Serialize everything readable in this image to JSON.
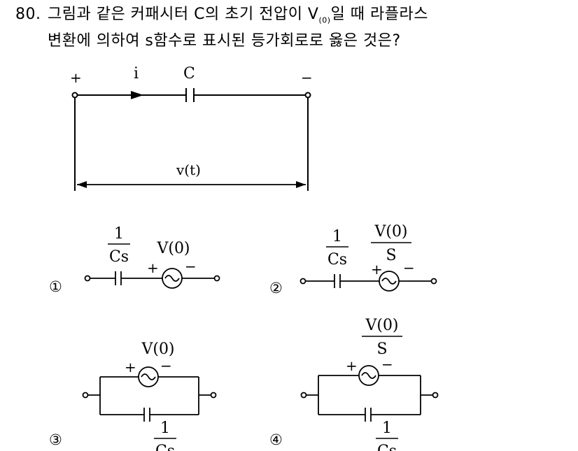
{
  "question": {
    "number": "80.",
    "line1_a": "그림과 같은 커패시터 C의 초기 전압이 V",
    "line1_sub": "(0)",
    "line1_b": "일 때 라플라스",
    "line2": "변환에 의하여 s함수로 표시된 등가회로로 옳은 것은?"
  },
  "main_circuit": {
    "plus": "+",
    "minus": "−",
    "current": "i",
    "cap_label": "C",
    "voltage": "v(t)"
  },
  "options": [
    {
      "marker": "①",
      "imp_num": "1",
      "imp_den": "Cs",
      "src_num": "V(0)",
      "src_den": "",
      "plus": "+",
      "minus": "−"
    },
    {
      "marker": "②",
      "imp_num": "1",
      "imp_den": "Cs",
      "src_num": "V(0)",
      "src_den": "S",
      "plus": "+",
      "minus": "−"
    },
    {
      "marker": "③",
      "imp_num": "1",
      "imp_den": "Cs",
      "src_num": "V(0)",
      "src_den": "",
      "plus": "+",
      "minus": "−"
    },
    {
      "marker": "④",
      "imp_num": "1",
      "imp_den": "Cs",
      "src_num": "V(0)",
      "src_den": "S",
      "plus": "+",
      "minus": "−"
    }
  ]
}
